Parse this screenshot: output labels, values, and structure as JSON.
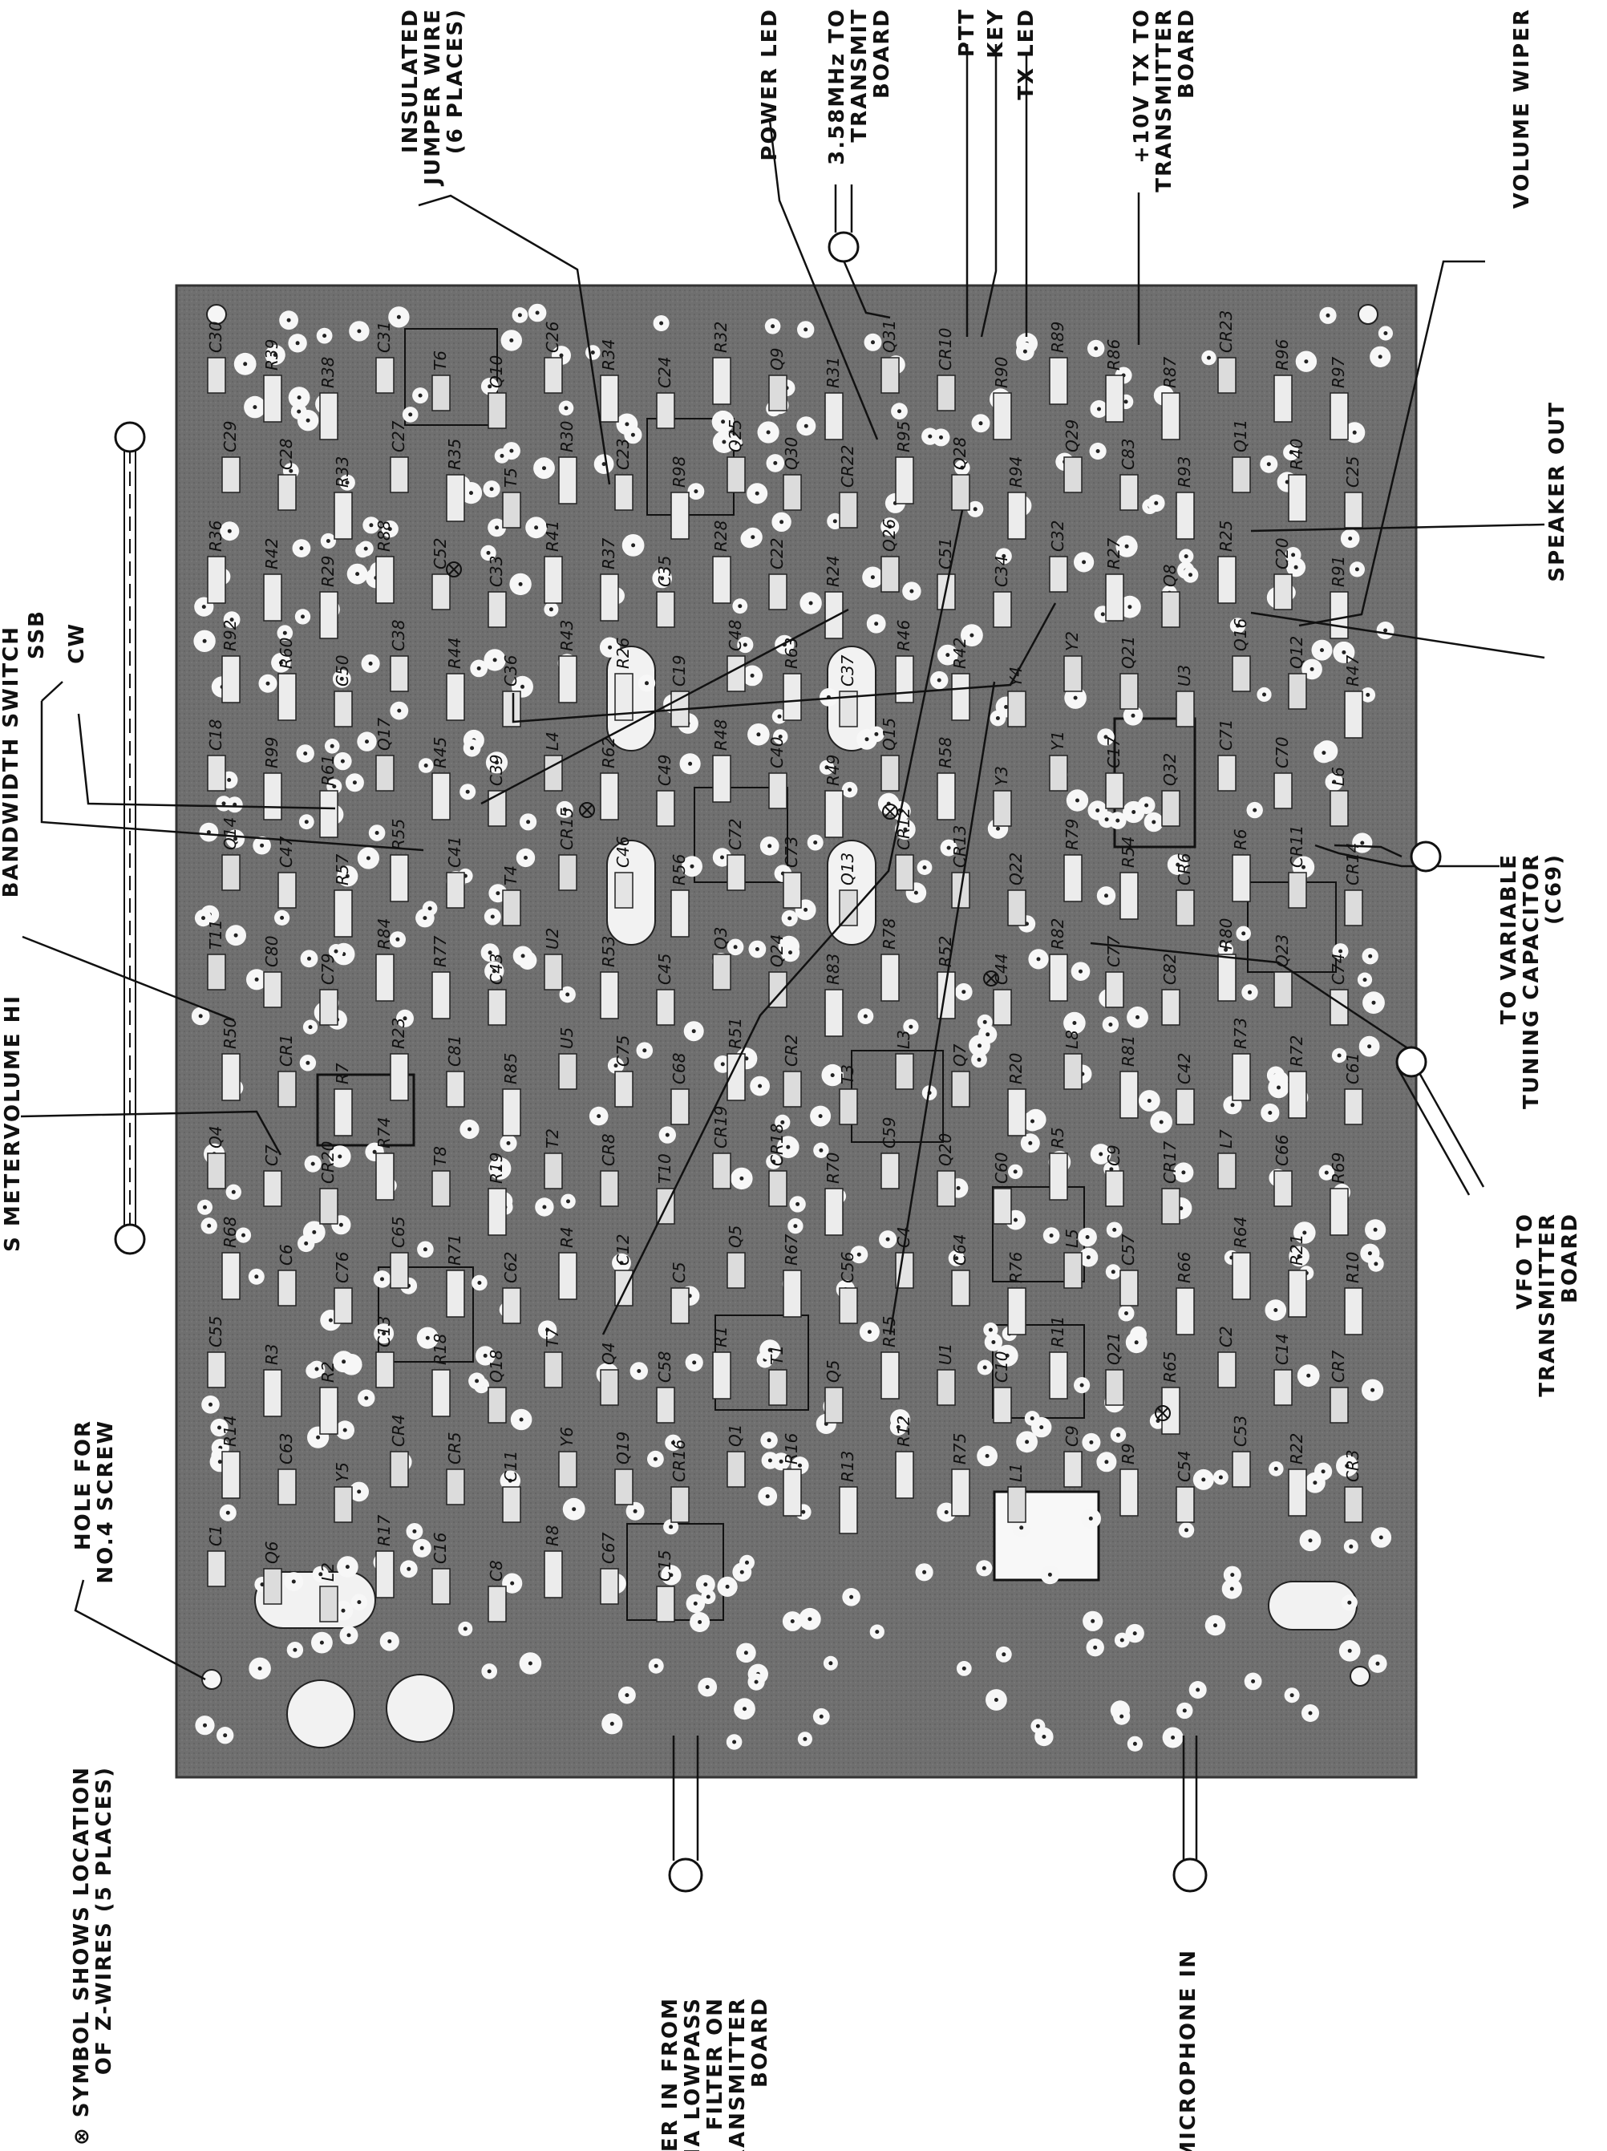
{
  "labels": {
    "insulated": "INSULATED\nJUMPER WIRE\n(6 PLACES)",
    "power_led": "POWER LED",
    "mhz": "3.58MHz TO\nTRANSMIT\nBOARD",
    "ptt": "PTT",
    "key": "KEY",
    "tx_led": "TX LED",
    "plus10v": "+10V TX TO\nTRANSMITTER\nBOARD",
    "volume_wiper": "VOLUME WIPER",
    "speaker_out": "SPEAKER OUT",
    "bandwidth": "BANDWIDTH SWITCH",
    "ssb": "SSB",
    "cw": "CW",
    "volume_hi": "VOLUME HI",
    "s_meter": "S METER",
    "to_variable": "TO VARIABLE\nTUNING CAPACITOR\n(C69)",
    "vfo": "VFO TO\nTRANSMITTER\nBOARD",
    "hole": "HOLE FOR\nNO.4 SCREW",
    "symbol": "⊗ SYMBOL SHOWS LOCATION\nOF Z-WIRES (5 PLACES)",
    "receiver": "RECEIVER IN FROM\nANTENNA LOWPASS\nFILTER ON\nTRANSMITTER\nBOARD",
    "microphone": "MICROPHONE IN"
  },
  "components": [
    "C30",
    "R39",
    "R38",
    "C31",
    "T6",
    "Q10",
    "C26",
    "R34",
    "C24",
    "R32",
    "Q9",
    "R31",
    "Q31",
    "CR10",
    "R90",
    "R89",
    "R86",
    "R87",
    "CR23",
    "R96",
    "R97",
    "C29",
    "C28",
    "R33",
    "C27",
    "R35",
    "T5",
    "R30",
    "C23",
    "R98",
    "Q25",
    "Q30",
    "CR22",
    "R95",
    "Q28",
    "R94",
    "Q29",
    "C83",
    "R93",
    "Q11",
    "R40",
    "C25",
    "R36",
    "R42",
    "R29",
    "R88",
    "C52",
    "C33",
    "R41",
    "R37",
    "C35",
    "R28",
    "C22",
    "R24",
    "Q26",
    "C51",
    "C34",
    "C32",
    "R27",
    "Q8",
    "R25",
    "C20",
    "R91",
    "R92",
    "R60",
    "C50",
    "C38",
    "R44",
    "C36",
    "R43",
    "R26",
    "C19",
    "C48",
    "R63",
    "C37",
    "R46",
    "R42",
    "Y4",
    "Y2",
    "Q21",
    "U3",
    "Q16",
    "Q12",
    "R47",
    "C18",
    "R99",
    "R61",
    "Q17",
    "R45",
    "C39",
    "L4",
    "R62",
    "C49",
    "R48",
    "C40",
    "R49",
    "Q15",
    "R58",
    "Y3",
    "Y1",
    "C17",
    "Q32",
    "C71",
    "C70",
    "L6",
    "Q14",
    "C47",
    "R57",
    "R55",
    "C41",
    "T4",
    "CR15",
    "C46",
    "R56",
    "C72",
    "C73",
    "Q13",
    "CR12",
    "CR13",
    "Q22",
    "R79",
    "R54",
    "CR6",
    "R6",
    "CR11",
    "CR14",
    "T11",
    "C80",
    "C79",
    "R84",
    "R77",
    "C43",
    "U2",
    "R53",
    "C45",
    "Q3",
    "Q24",
    "R83",
    "R78",
    "R52",
    "C44",
    "R82",
    "C77",
    "C82",
    "R80",
    "Q23",
    "C74",
    "R50",
    "CR1",
    "R7",
    "R23",
    "C81",
    "R85",
    "U5",
    "C75",
    "C68",
    "R51",
    "CR2",
    "T3",
    "L3",
    "Q7",
    "R20",
    "L8",
    "R81",
    "C42",
    "R73",
    "R72",
    "C61",
    "Q4",
    "C7",
    "CR20",
    "R74",
    "T8",
    "R19",
    "T2",
    "CR8",
    "T10",
    "CR19",
    "CR18",
    "R70",
    "C59",
    "Q20",
    "C60",
    "R5",
    "C9",
    "CR17",
    "L7",
    "C66",
    "R69",
    "R68",
    "C6",
    "C76",
    "C65",
    "R71",
    "C62",
    "R4",
    "C12",
    "C5",
    "Q5",
    "R67",
    "C56",
    "C4",
    "C64",
    "R76",
    "L5",
    "C57",
    "R66",
    "R64",
    "R21",
    "R10",
    "C55",
    "R3",
    "R2",
    "C13",
    "R18",
    "Q18",
    "T7",
    "Q4",
    "C58",
    "R1",
    "T1",
    "Q5",
    "R15",
    "U1",
    "C10",
    "R11",
    "Q21",
    "R65",
    "C2",
    "C14",
    "CR7",
    "R14",
    "C63",
    "Y5",
    "CR4",
    "CR5",
    "C11",
    "Y6",
    "Q19",
    "CR16",
    "Q1",
    "R16",
    "R13",
    "R12",
    "R75",
    "L1",
    "C9",
    "R9",
    "C54",
    "C53",
    "R22",
    "CR3",
    "C1",
    "Q6",
    "L2",
    "R17",
    "C16",
    "C8",
    "R8",
    "C67",
    "C15"
  ]
}
